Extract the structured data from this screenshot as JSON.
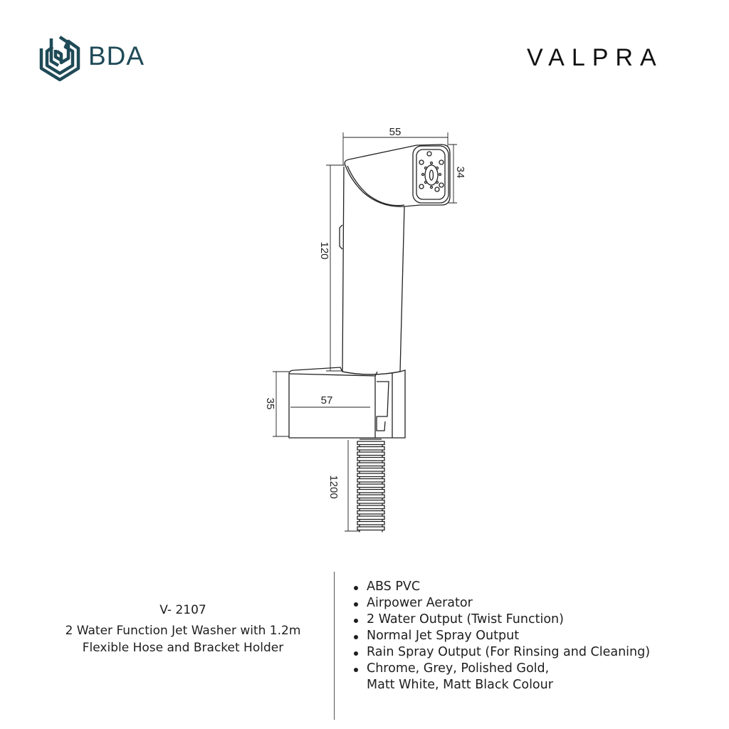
{
  "header": {
    "left_logo": {
      "icon": "bda-hexagon-logo-icon",
      "text": "BDA",
      "color": "#1f4a57"
    },
    "right_logo": {
      "text": "VALPRA"
    }
  },
  "drawing": {
    "dimensions": {
      "head_width": "55",
      "head_height": "34",
      "body_height": "120",
      "bracket_height": "35",
      "bracket_width": "57",
      "hose_length": "1200"
    }
  },
  "product": {
    "model": "V- 2107",
    "name_line1": "2 Water Function Jet Washer with 1.2m",
    "name_line2": "Flexible Hose and Bracket Holder"
  },
  "features": [
    "ABS PVC",
    "Airpower Aerator",
    "2 Water Output (Twist Function)",
    "Normal Jet Spray Output",
    "Rain Spray Output (For Rinsing and Cleaning)",
    "Chrome, Grey, Polished Gold,",
    "Matt White, Matt Black Colour"
  ]
}
